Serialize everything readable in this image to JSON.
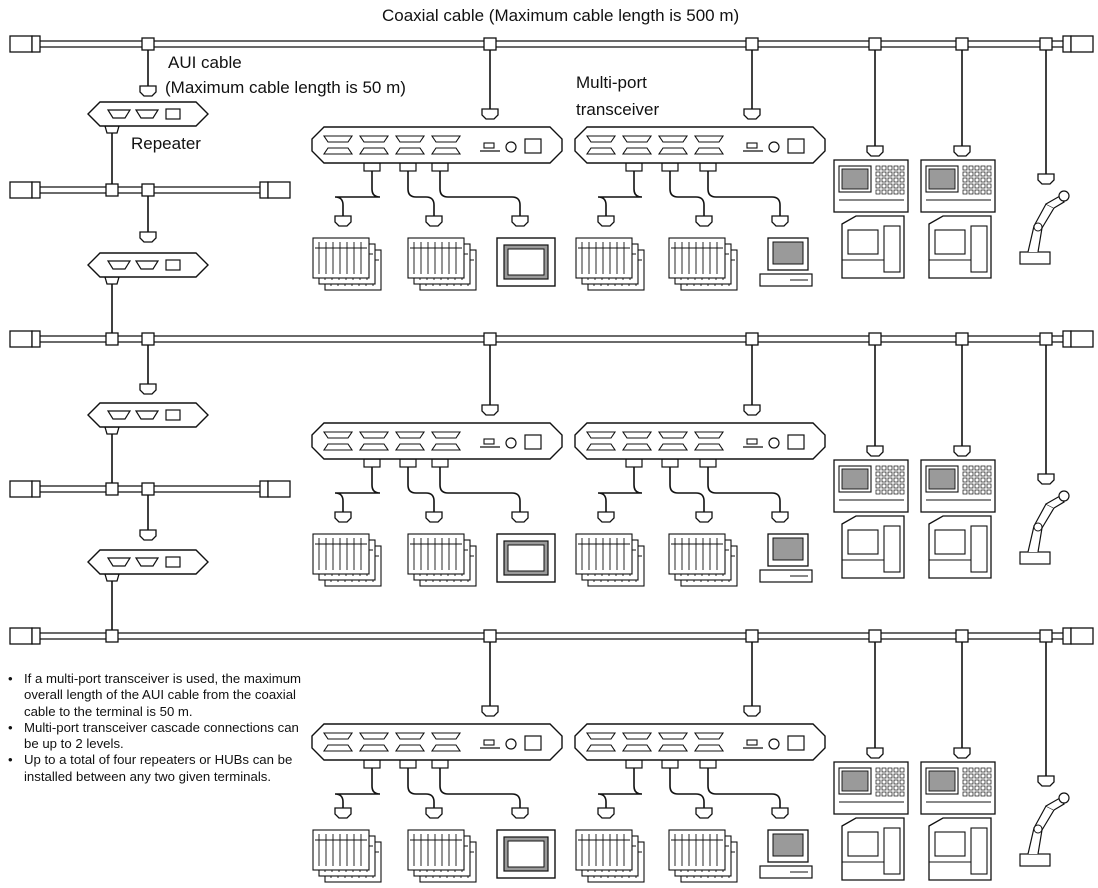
{
  "labels": {
    "coaxial": "Coaxial cable (Maximum cable length is 500 m)",
    "aui_title": "AUI cable",
    "aui_length": "(Maximum cable length is 50 m)",
    "multiport_line1": "Multi-port",
    "multiport_line2": "transceiver",
    "repeater": "Repeater"
  },
  "notes": [
    "If a multi-port transceiver is used, the maximum overall length of the AUI cable from the coaxial cable to the terminal is 50 m.",
    "Multi-port transceiver cascade connections can be up to 2 levels.",
    "Up to a total of four repeaters or HUBs can be installed between any two given terminals."
  ],
  "terminal_types": [
    "plc-rack",
    "plc-rack",
    "monitor",
    "plc-rack",
    "plc-rack",
    "computer",
    "cnc-controller",
    "cnc-controller",
    "industrial-robot"
  ],
  "colors": {
    "line": "#111111",
    "screen": "#9a9a9a",
    "background": "#ffffff"
  }
}
